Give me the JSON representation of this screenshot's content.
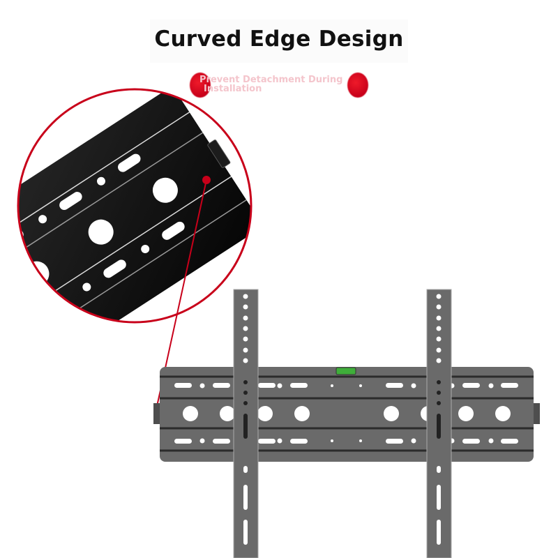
{
  "header": {
    "title": "Curved Edge Design",
    "subtitle_line1": "Prevent Detachment During",
    "subtitle_line2": "Installation"
  },
  "product": {
    "type": "tilting TV wall mount bracket",
    "callout": "magnified curved edge detail",
    "colors": {
      "accent": "#c8001a",
      "bracket": "#6a6a6a",
      "detail_metal": "#141414",
      "level_bubble": "#3fae3a"
    }
  }
}
